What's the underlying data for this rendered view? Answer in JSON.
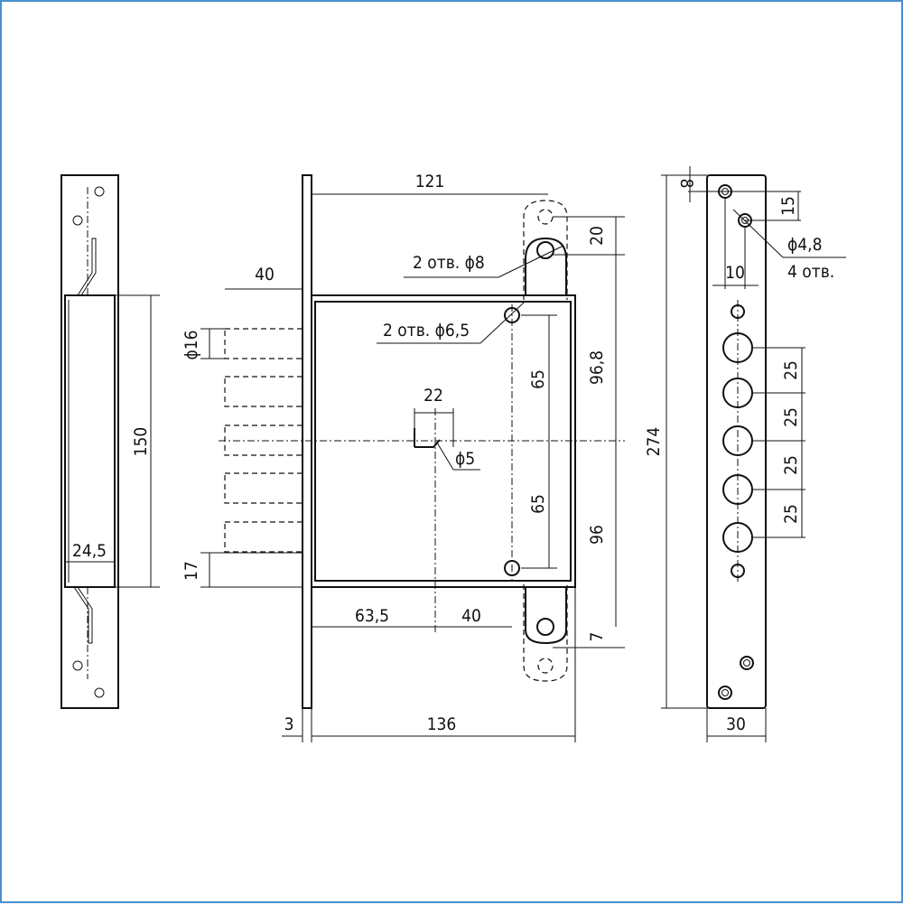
{
  "drawing": {
    "strike_plate": {
      "dim_height": "150",
      "dim_width": "24,5"
    },
    "lock_body": {
      "dim_backset_top": "121",
      "dim_tab_hole_spacing": "20",
      "label_tab_holes": "2 отв. ϕ8",
      "label_body_holes": "2 отв. ϕ6,5",
      "dim_bolt_throw": "40",
      "dim_bolt_diameter": "ϕ16",
      "dim_upper_height": "96,8",
      "dim_upper_65": "65",
      "dim_lower_65": "65",
      "dim_key_slot": "22",
      "dim_key_hole": "ϕ5",
      "dim_bottom_offset": "17",
      "dim_backset": "63,5",
      "dim_center_offset": "40",
      "dim_lower_height": "96",
      "dim_tab_bottom": "7",
      "dim_faceplate": "3",
      "dim_body_width": "136"
    },
    "faceplate": {
      "dim_total_height": "274",
      "dim_top_offset": "8",
      "dim_hole_spacing": "15",
      "label_hole_diameter": "ϕ4,8",
      "label_hole_count": "4 отв.",
      "dim_hole_offset": "10",
      "dim_bolt_pitch": [
        "25",
        "25",
        "25",
        "25"
      ],
      "dim_width": "30"
    }
  }
}
